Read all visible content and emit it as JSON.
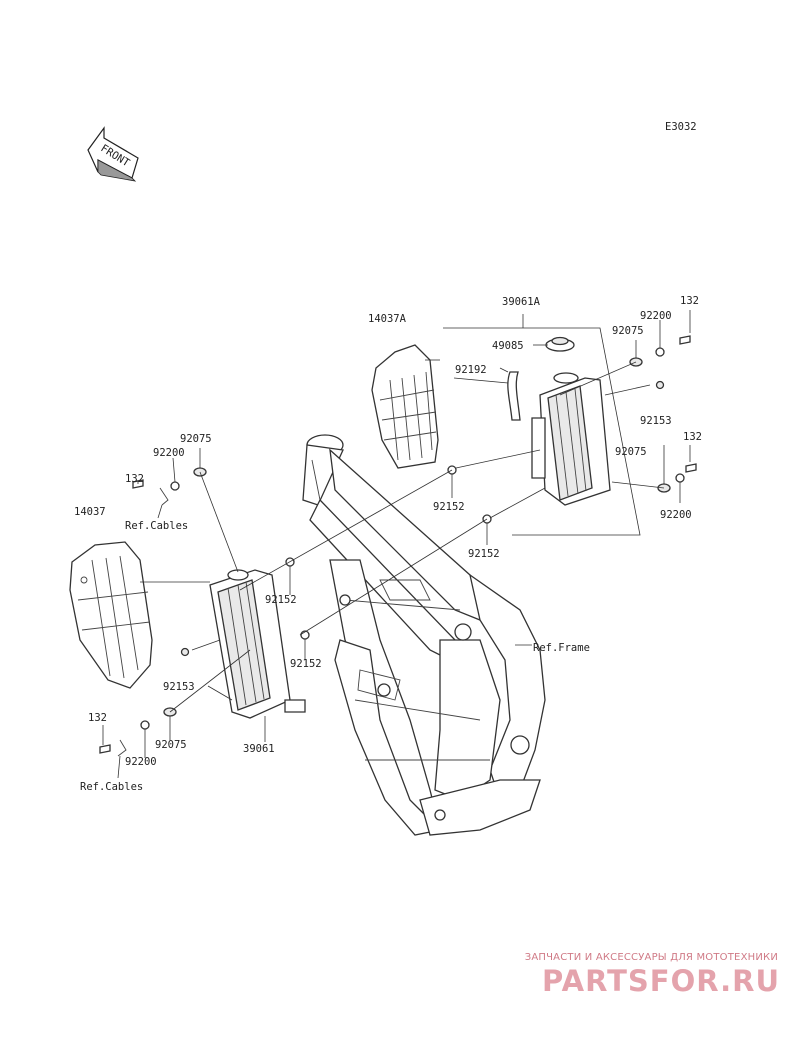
{
  "diagram_code": "E3032",
  "front_label": "FRONT",
  "labels": {
    "radiator_right": "39061A",
    "radiator_left": "39061",
    "shroud_right": "14037A",
    "shroud_left": "14037",
    "cap": "49085",
    "hose": "92192",
    "grommet_rt_upper": "92075",
    "collar_rt_upper": "92200",
    "bolt_rt_upper": "132",
    "grommet_rt_lower": "92075",
    "bolt_rt_lower": "132",
    "collar_rt_lower": "92200",
    "nut_rt": "92153",
    "damper_rt_a": "92152",
    "damper_rt_b": "92152",
    "grommet_lt_upper": "92075",
    "collar_lt_upper": "92200",
    "bolt_lt_upper": "132",
    "ref_cables_upper": "Ref.Cables",
    "damper_lt_a": "92152",
    "damper_lt_b": "92152",
    "nut_lt": "92153",
    "bolt_lt_lower": "132",
    "grommet_lt_lower": "92075",
    "collar_lt_lower": "92200",
    "ref_cables_lower": "Ref.Cables",
    "ref_frame": "Ref.Frame"
  },
  "watermark": {
    "tagline": "ЗАПЧАСТИ И АКСЕССУАРЫ ДЛЯ МОТОТЕХНИКИ",
    "logo": "PARTSFOR.RU",
    "color": "#e4a3ac"
  }
}
